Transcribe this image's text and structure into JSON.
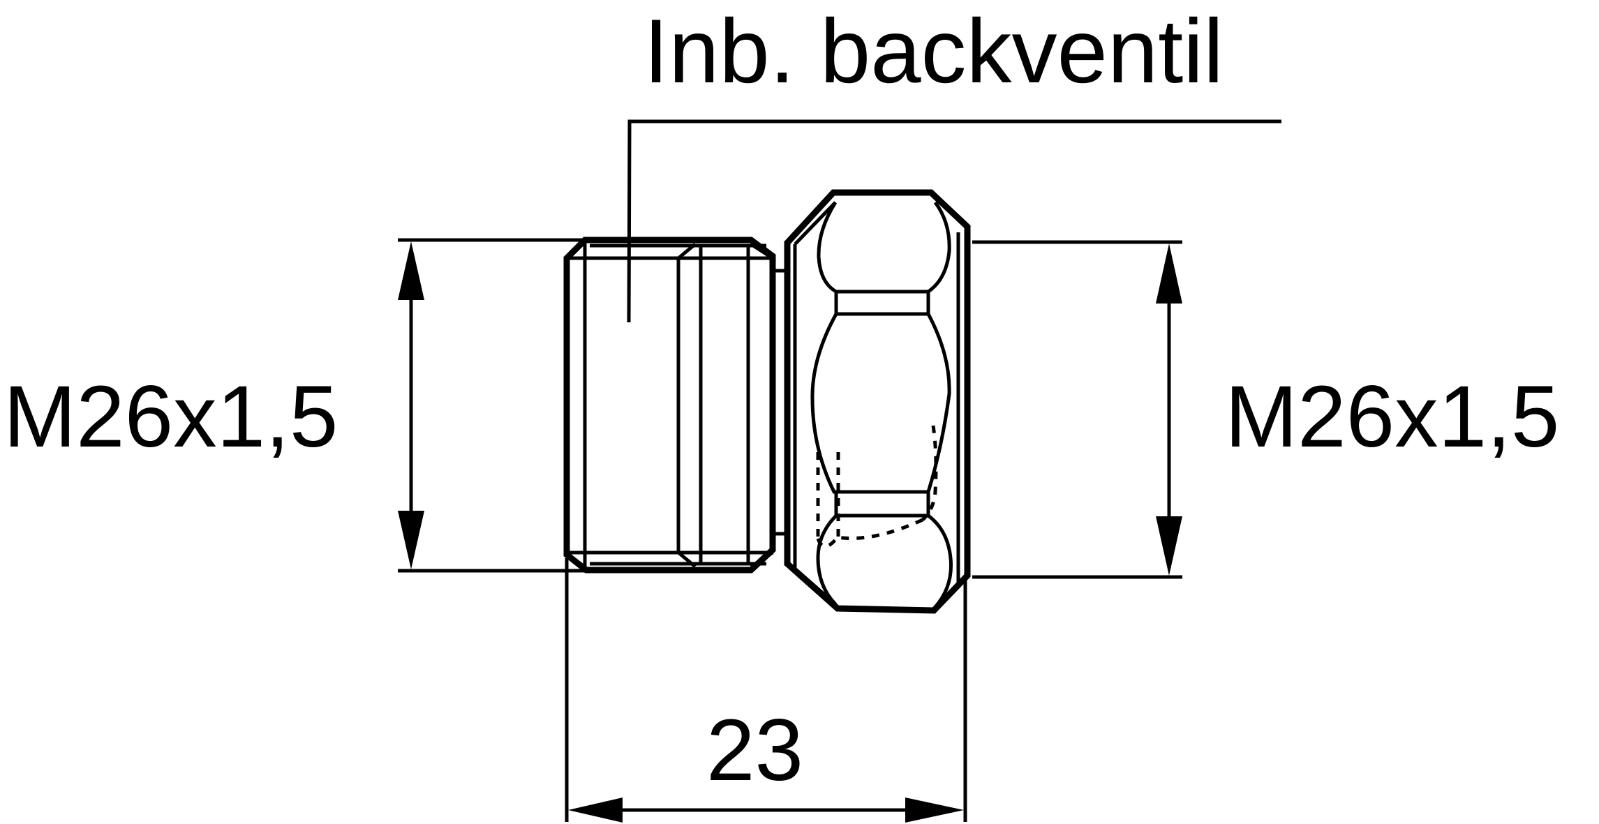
{
  "callout": {
    "label": "Inb. backventil"
  },
  "dimensions": {
    "left_thread": "M26x1,5",
    "right_thread": "M26x1,5",
    "length": "23"
  }
}
